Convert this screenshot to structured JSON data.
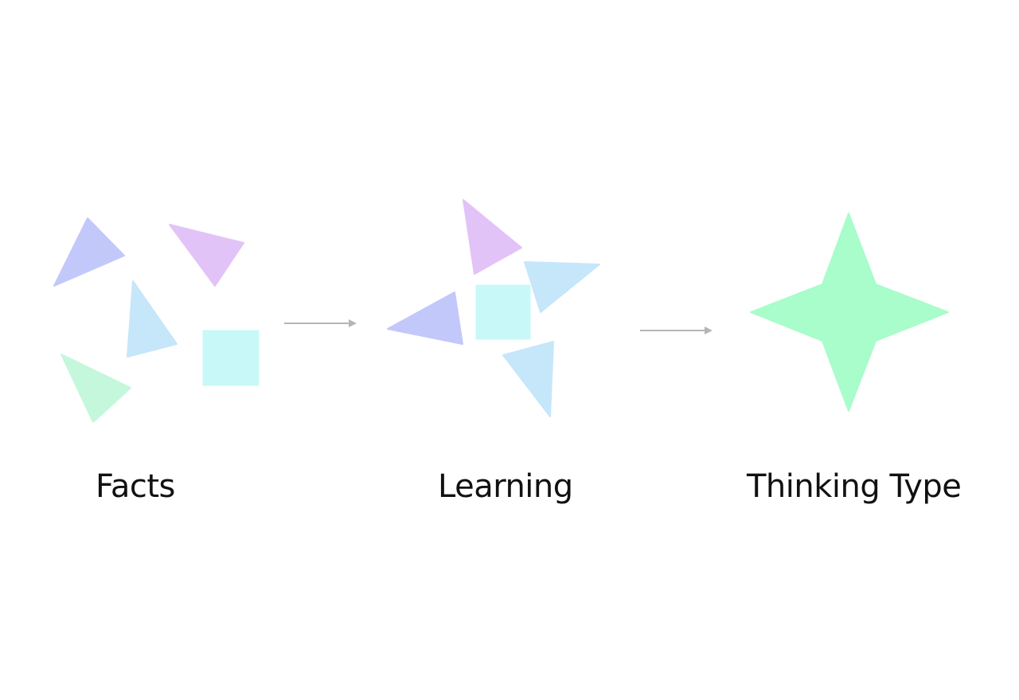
{
  "diagram": {
    "stages": [
      {
        "label": "Facts"
      },
      {
        "label": "Learning"
      },
      {
        "label": "Thinking Type"
      }
    ],
    "colors": {
      "blue_violet": "#c3c8fb",
      "lilac": "#e2c3f8",
      "sky_blue": "#c6e6fa",
      "mint": "#c4f7dc",
      "cyan": "#c9f8f8",
      "star_green": "#a8fdca",
      "arrow_gray": "#b5b5b5"
    }
  }
}
